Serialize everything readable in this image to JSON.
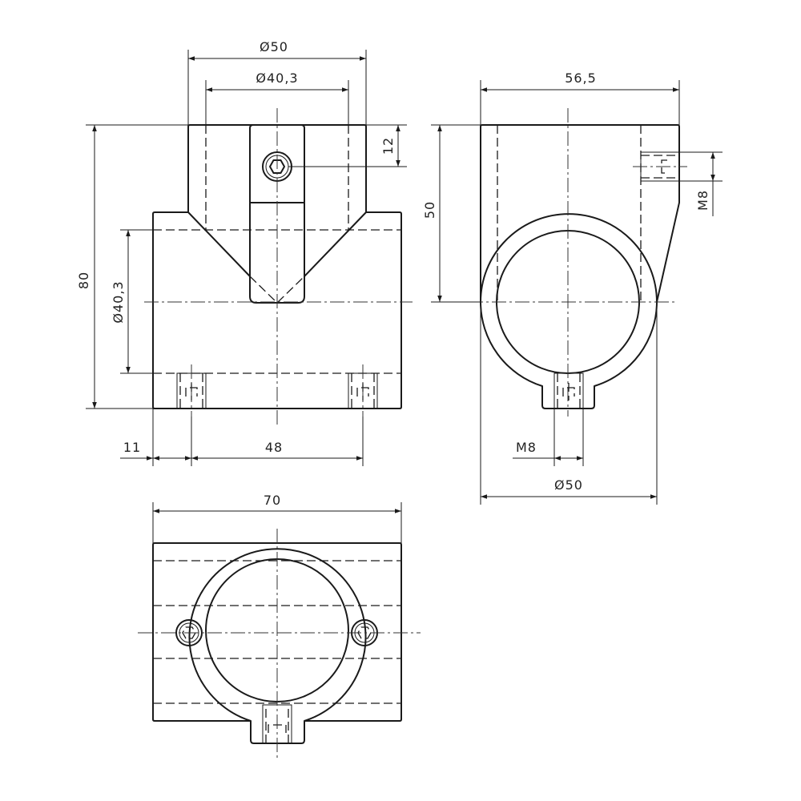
{
  "drawing": {
    "front_view": {
      "dim_outer_diameter": "Ø50",
      "dim_inner_diameter_top": "Ø40,3",
      "dim_screw_offset": "12",
      "dim_height": "80",
      "dim_inner_diameter_side": "Ø40,3",
      "dim_edge_offset": "11",
      "dim_hole_spacing": "48"
    },
    "side_view": {
      "dim_depth": "56,5",
      "dim_center_height": "50",
      "dim_thread_side": "M8",
      "dim_thread_bottom": "M8",
      "dim_outer_diameter": "Ø50"
    },
    "bottom_view": {
      "dim_width": "70"
    }
  }
}
